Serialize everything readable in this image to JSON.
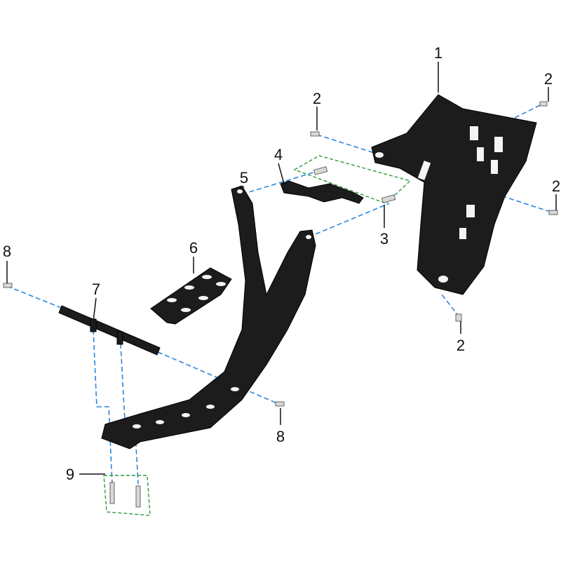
{
  "diagram": {
    "title": "Skid plate / footrest exploded view",
    "callouts": [
      {
        "id": "1",
        "part": "skid-plate"
      },
      {
        "id": "2",
        "part": "bolt-a"
      },
      {
        "id": "2",
        "part": "bolt-b"
      },
      {
        "id": "2",
        "part": "bolt-c"
      },
      {
        "id": "2",
        "part": "bolt-d"
      },
      {
        "id": "3",
        "part": "bracket-bolts"
      },
      {
        "id": "4",
        "part": "mounting-bracket"
      },
      {
        "id": "5",
        "part": "footrest-frame"
      },
      {
        "id": "6",
        "part": "foot-pad"
      },
      {
        "id": "7",
        "part": "bar"
      },
      {
        "id": "8",
        "part": "bar-bolt-left"
      },
      {
        "id": "8",
        "part": "bar-bolt-right"
      },
      {
        "id": "9",
        "part": "bottom-bolts"
      }
    ],
    "colors": {
      "part": "#1c1c1c",
      "leader_blue": "#2a86e0",
      "group_green": "#2e9a3c"
    }
  }
}
